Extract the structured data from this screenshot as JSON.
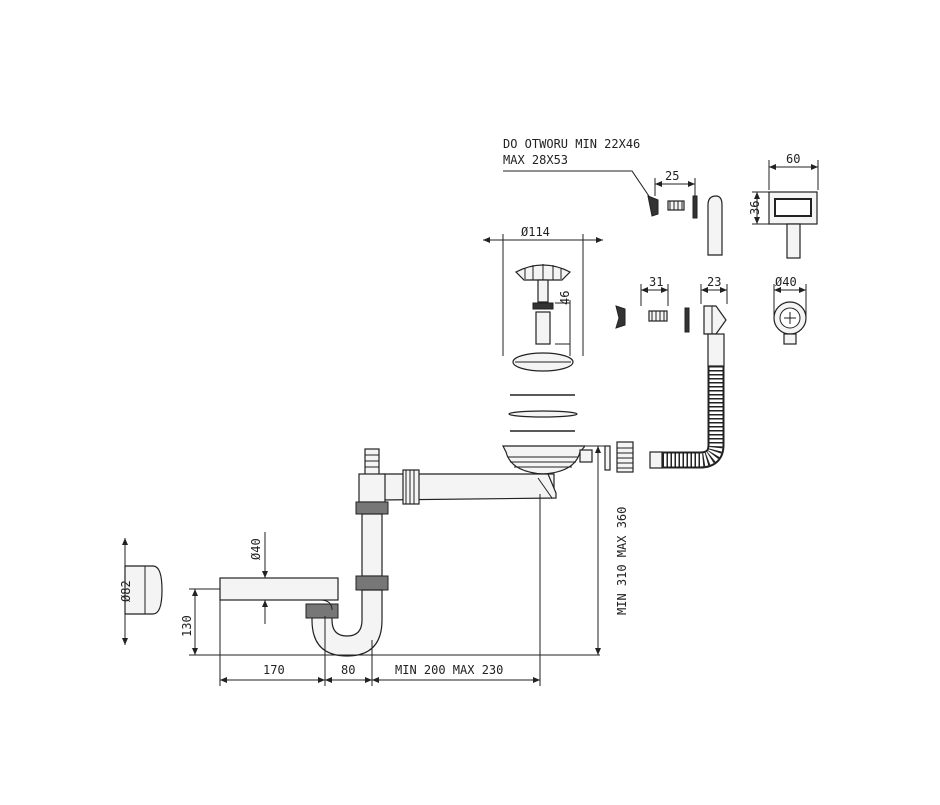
{
  "labels": {
    "hole_line1": "DO OTWORU MIN 22X46",
    "hole_line2": "MAX 28X53",
    "dim_25": "25",
    "dim_60": "60",
    "dim_36": "36",
    "dim_114": "Ø114",
    "dim_46": "46",
    "dim_31": "31",
    "dim_23": "23",
    "dim_d40_right": "Ø40",
    "dim_height": "MIN 310 MAX 360",
    "dim_d40_pipe": "Ø40",
    "dim_d82": "Ø82",
    "dim_130": "130",
    "dim_170": "170",
    "dim_80": "80",
    "dim_reach": "MIN 200 MAX 230"
  }
}
